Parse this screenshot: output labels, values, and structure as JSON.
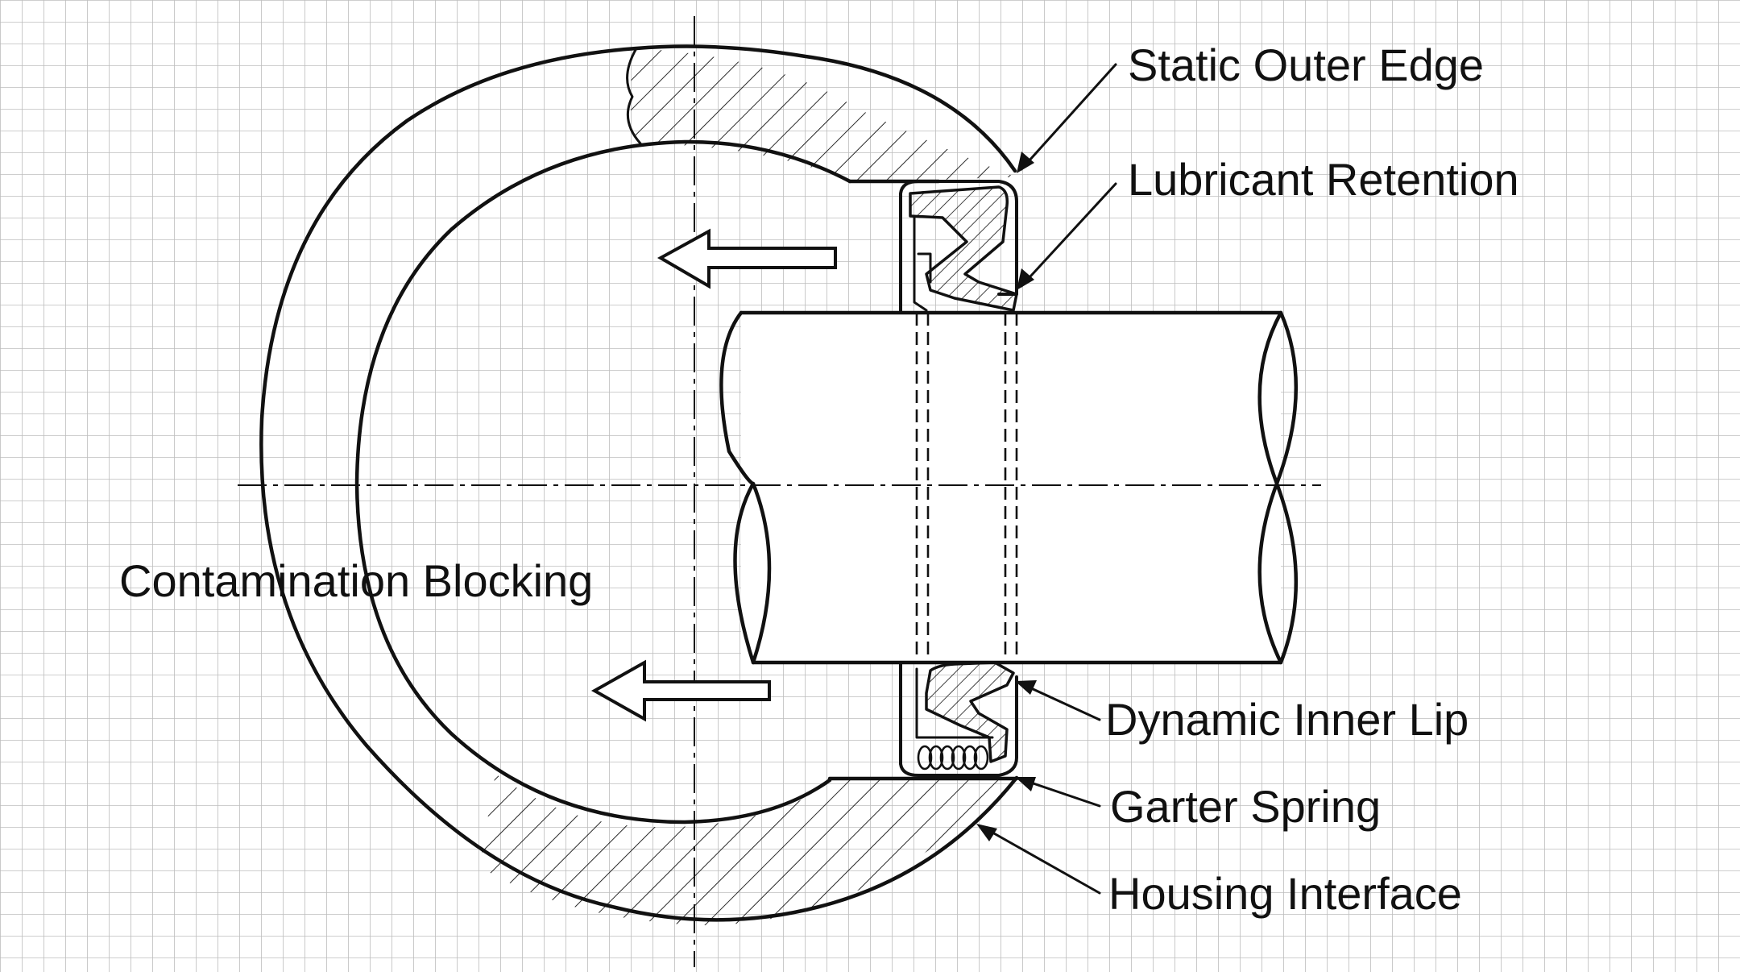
{
  "diagram": {
    "labels": {
      "static_outer_edge": "Static Outer Edge",
      "lubricant_retention": "Lubricant Retention",
      "contamination_blocking": "Contamination Blocking",
      "dynamic_inner_lip": "Dynamic Inner Lip",
      "garter_spring": "Garter Spring",
      "housing_interface": "Housing Interface"
    }
  },
  "colors": {
    "ink": "#111111",
    "grid": "#bdbdbd",
    "background": "#ffffff"
  }
}
